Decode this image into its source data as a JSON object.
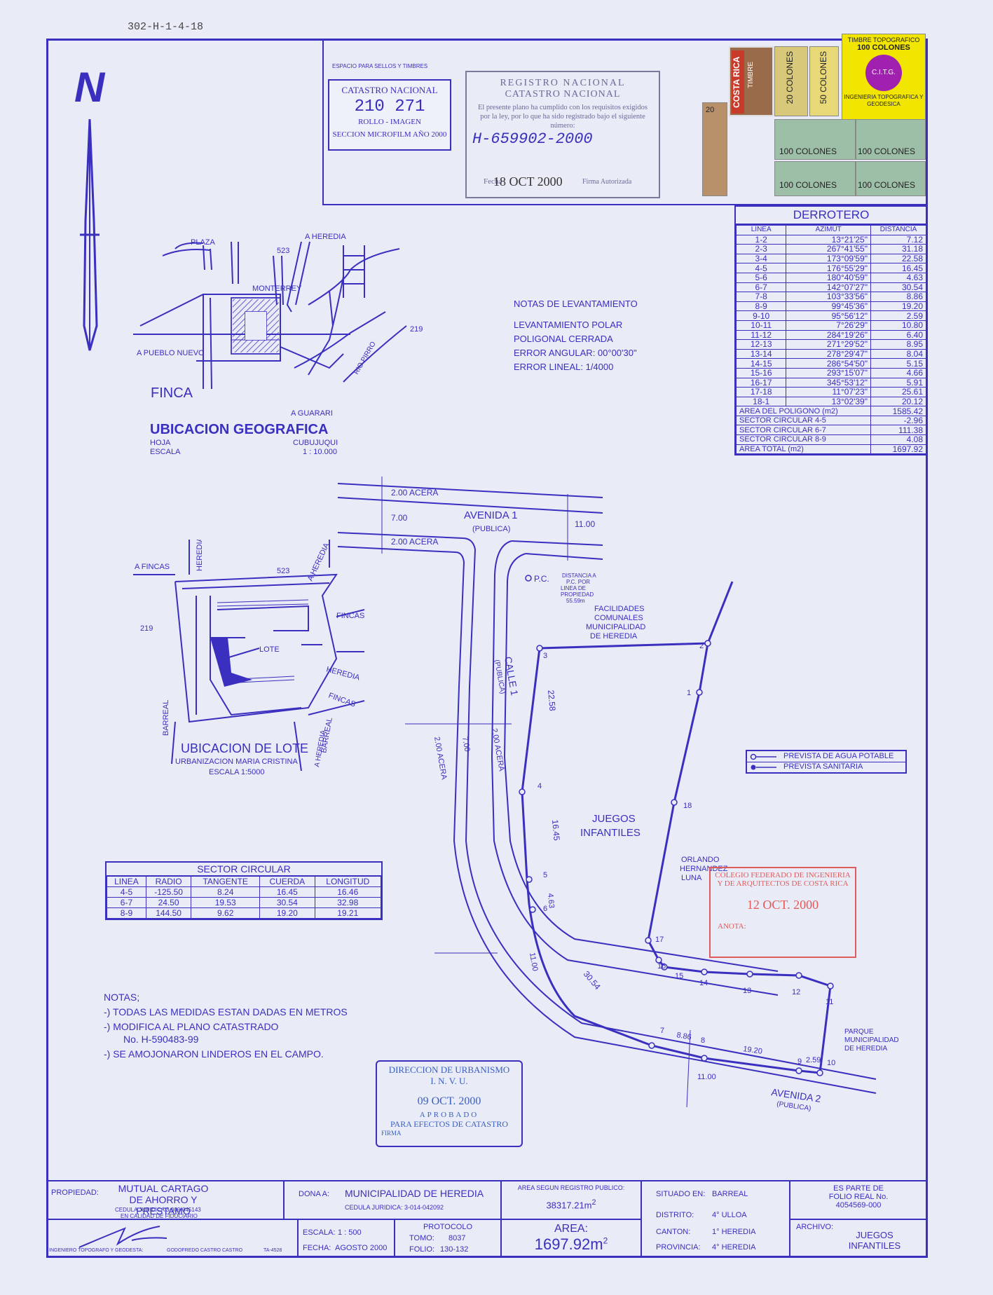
{
  "ref_code": "302-H-1-4-18",
  "north": "N",
  "stamps": {
    "space_label": "ESPACIO PARA SELLOS Y TIMBRES",
    "catastro_title": "CATASTRO NACIONAL",
    "catastro_number": "210 271",
    "catastro_roll": "ROLLO - IMAGEN",
    "catastro_section": "SECCION MICROFILM AÑO 2000",
    "registro_title1": "REGISTRO NACIONAL",
    "registro_title2": "CATASTRO NACIONAL",
    "registro_text": "El presente plano ha cumplido con los requisitos exigidos por la ley, por lo que ha sido registrado bajo el siguiente número:",
    "registro_number": "H-659902-2000",
    "registro_date": "18 OCT 2000",
    "registro_sign_label": "Firma Autorizada",
    "registro_fecha_label": "Fecha",
    "timbre_title": "TIMBRE TOPOGRAFICO",
    "timbre_value": "100 COLONES",
    "timbre_org": "INGENIERIA TOPOGRAFICA Y GEODESICA",
    "timbre_logo": "C.I.T.G.",
    "costa_rica": "COSTA RICA",
    "timbre_word": "TIMBRE",
    "value_20": "20 COLONES",
    "value_50": "50 COLONES",
    "value_100": "100 COLONES",
    "value_20_small": "20"
  },
  "location_map": {
    "title": "UBICACION GEOGRAFICA",
    "hoja_label": "HOJA",
    "hoja_value": "CUBUJUQUI",
    "escala_label": "ESCALA",
    "escala_value": "1 : 10.000",
    "plaza": "PLAZA",
    "a_heredia": "A HEREDIA",
    "monterrey": "MONTERREY",
    "a_pueblo_nuevo": "A PUEBLO NUEVO",
    "finca": "FINCA",
    "rio": "RIO PIRRO",
    "a_guarari": "A GUARARI",
    "coord_top": "523",
    "coord_right": "219"
  },
  "lot_map": {
    "title": "UBICACION DE LOTE",
    "subtitle": "URBANIZACION MARIA CRISTINA",
    "scale": "ESCALA 1:5000",
    "a_fincas": "A FINCAS",
    "heredia": "HEREDIA",
    "a_heredia": "A HEREDIA",
    "fincas": "FINCAS",
    "lote": "LOTE",
    "barreal": "BARREAL",
    "a_heredia2": "A HEREDIA",
    "coord_top": "523",
    "coord_left": "219"
  },
  "survey_notes": {
    "title": "NOTAS DE LEVANTAMIENTO",
    "line1": "LEVANTAMIENTO POLAR",
    "line2": "POLIGONAL CERRADA",
    "line3": "ERROR ANGULAR: 00°00'30\"",
    "line4": "ERROR LINEAL: 1/4000"
  },
  "derrotero": {
    "title": "DERROTERO",
    "headers": [
      "LINEA",
      "AZIMUT",
      "DISTANCIA"
    ],
    "rows": [
      [
        "1-2",
        "13°21'25\"",
        "7.12"
      ],
      [
        "2-3",
        "267°41'55\"",
        "31.18"
      ],
      [
        "3-4",
        "173°09'59\"",
        "22.58"
      ],
      [
        "4-5",
        "176°55'29\"",
        "16.45"
      ],
      [
        "5-6",
        "180°40'59\"",
        "4.63"
      ],
      [
        "6-7",
        "142°07'27\"",
        "30.54"
      ],
      [
        "7-8",
        "103°33'56\"",
        "8.86"
      ],
      [
        "8-9",
        "99°45'36\"",
        "19.20"
      ],
      [
        "9-10",
        "95°56'12\"",
        "2.59"
      ],
      [
        "10-11",
        "7°26'29\"",
        "10.80"
      ],
      [
        "11-12",
        "284°19'26\"",
        "6.40"
      ],
      [
        "12-13",
        "271°29'52\"",
        "8.95"
      ],
      [
        "13-14",
        "278°29'47\"",
        "8.04"
      ],
      [
        "14-15",
        "286°54'50\"",
        "5.15"
      ],
      [
        "15-16",
        "293°15'07\"",
        "4.66"
      ],
      [
        "16-17",
        "345°53'12\"",
        "5.91"
      ],
      [
        "17-18",
        "11°07'23\"",
        "25.61"
      ],
      [
        "18-1",
        "13°02'39\"",
        "20.12"
      ]
    ],
    "totals": [
      [
        "AREA DEL POLIGONO (m2)",
        "1585.42"
      ],
      [
        "SECTOR CIRCULAR 4-5",
        "-2.96"
      ],
      [
        "SECTOR CIRCULAR 6-7",
        "111.38"
      ],
      [
        "SECTOR CIRCULAR 8-9",
        "4.08"
      ],
      [
        "AREA TOTAL (m2)",
        "1697.92"
      ]
    ]
  },
  "legend": {
    "water": "PREVISTA DE AGUA POTABLE",
    "sanitary": "PREVISTA SANITARIA"
  },
  "plan": {
    "acera": "2.00 ACERA",
    "avenida1": "AVENIDA 1",
    "publica": "(PUBLICA)",
    "w700": "7.00",
    "w1100": "11.00",
    "calle1": "CALLE 1",
    "pc": "P.C.",
    "pc_note": "DISTANCIA A P.C. POR LINEA DE PROPIEDAD 55.59m",
    "facilidades": "FACILIDADES COMUNALES MUNICIPALIDAD DE HEREDIA",
    "juegos": "JUEGOS INFANTILES",
    "owner_neighbor": "ORLANDO HERNANDEZ LUNA",
    "parque": "PARQUE MUNICIPALIDAD DE HEREDIA",
    "avenida2": "AVENIDA 2",
    "d2258": "22.58",
    "d1645": "16.45",
    "d463": "4.63",
    "d3054": "30.54",
    "d886": "8.86",
    "d1920": "19.20",
    "d259": "2.59",
    "points": [
      "1",
      "2",
      "3",
      "4",
      "5",
      "6",
      "7",
      "8",
      "9",
      "10",
      "11",
      "12",
      "13",
      "14",
      "15",
      "16",
      "17",
      "18"
    ]
  },
  "sector_circular": {
    "title": "SECTOR CIRCULAR",
    "headers": [
      "LINEA",
      "RADIO",
      "TANGENTE",
      "CUERDA",
      "LONGITUD"
    ],
    "rows": [
      [
        "4-5",
        "-125.50",
        "8.24",
        "16.45",
        "16.46"
      ],
      [
        "6-7",
        "24.50",
        "19.53",
        "30.54",
        "32.98"
      ],
      [
        "8-9",
        "144.50",
        "9.62",
        "19.20",
        "19.21"
      ]
    ]
  },
  "notes": {
    "title": "NOTAS;",
    "n1": "-) TODAS LAS MEDIDAS ESTAN DADAS EN METROS",
    "n2": "-) MODIFICA AL PLANO CATASTRADO",
    "n2b": "No. H-590483-99",
    "n3": "-) SE AMOJONARON LINDEROS EN EL CAMPO."
  },
  "colegio_stamp": {
    "line1": "COLEGIO FEDERADO DE INGENIERIA",
    "line2": "Y DE ARQUITECTOS DE COSTA RICA",
    "date": "12 OCT. 2000",
    "anota": "ANOTA:"
  },
  "invu_stamp": {
    "line1": "DIRECCION DE URBANISMO",
    "line2": "I. N. V. U.",
    "date": "09 OCT. 2000",
    "approved": "APROBADO",
    "purpose": "PARA EFECTOS DE CATASTRO",
    "firma": "FIRMA"
  },
  "title_block": {
    "propiedad_label": "PROPIEDAD:",
    "propiedad": "MUTUAL CARTAGO DE AHORRO Y PRESTAMO",
    "cedula": "CEDULA JURIDICA 3-009-045143",
    "calidad": "EN CALIDAD DE FIDUCIARIO",
    "dona_label": "DONA A:",
    "dona": "MUNICIPALIDAD DE HEREDIA",
    "dona_cedula": "CEDULA JURIDICA: 3-014-042092",
    "area_reg_label": "AREA SEGUN REGISTRO PUBLICO:",
    "area_reg": "38317.21m",
    "situado_label": "SITUADO EN:",
    "situado": "BARREAL",
    "distrito_label": "DISTRITO:",
    "distrito": "4° ULLOA",
    "canton_label": "CANTON:",
    "canton": "1° HEREDIA",
    "provincia_label": "PROVINCIA:",
    "provincia": "4° HEREDIA",
    "folio_line1": "ES PARTE DE",
    "folio_line2": "FOLIO REAL No.",
    "folio_number": "4054569-000",
    "archivo_label": "ARCHIVO:",
    "archivo": "JUEGOS INFANTILES",
    "ingeniero_label": "INGENIERO TOPOGRAFO Y GEODESTA:",
    "ingeniero": "GODOFREDO CASTRO CASTRO",
    "ingeniero_code": "TA-4528",
    "escala_label": "ESCALA:",
    "escala": "1 : 500",
    "fecha_label": "FECHA:",
    "fecha": "AGOSTO 2000",
    "protocolo_label": "PROTOCOLO",
    "tomo_label": "TOMO:",
    "tomo": "8037",
    "folio_label": "FOLIO:",
    "folio": "130-132",
    "area_label": "AREA:",
    "area": "1697.92m"
  },
  "colors": {
    "ink": "#3a2fbf",
    "paper": "#e9ebf6",
    "red_stamp": "#e25a5a",
    "stamp_yellow": "#f2e600",
    "stamp_purple": "#a020b0"
  }
}
